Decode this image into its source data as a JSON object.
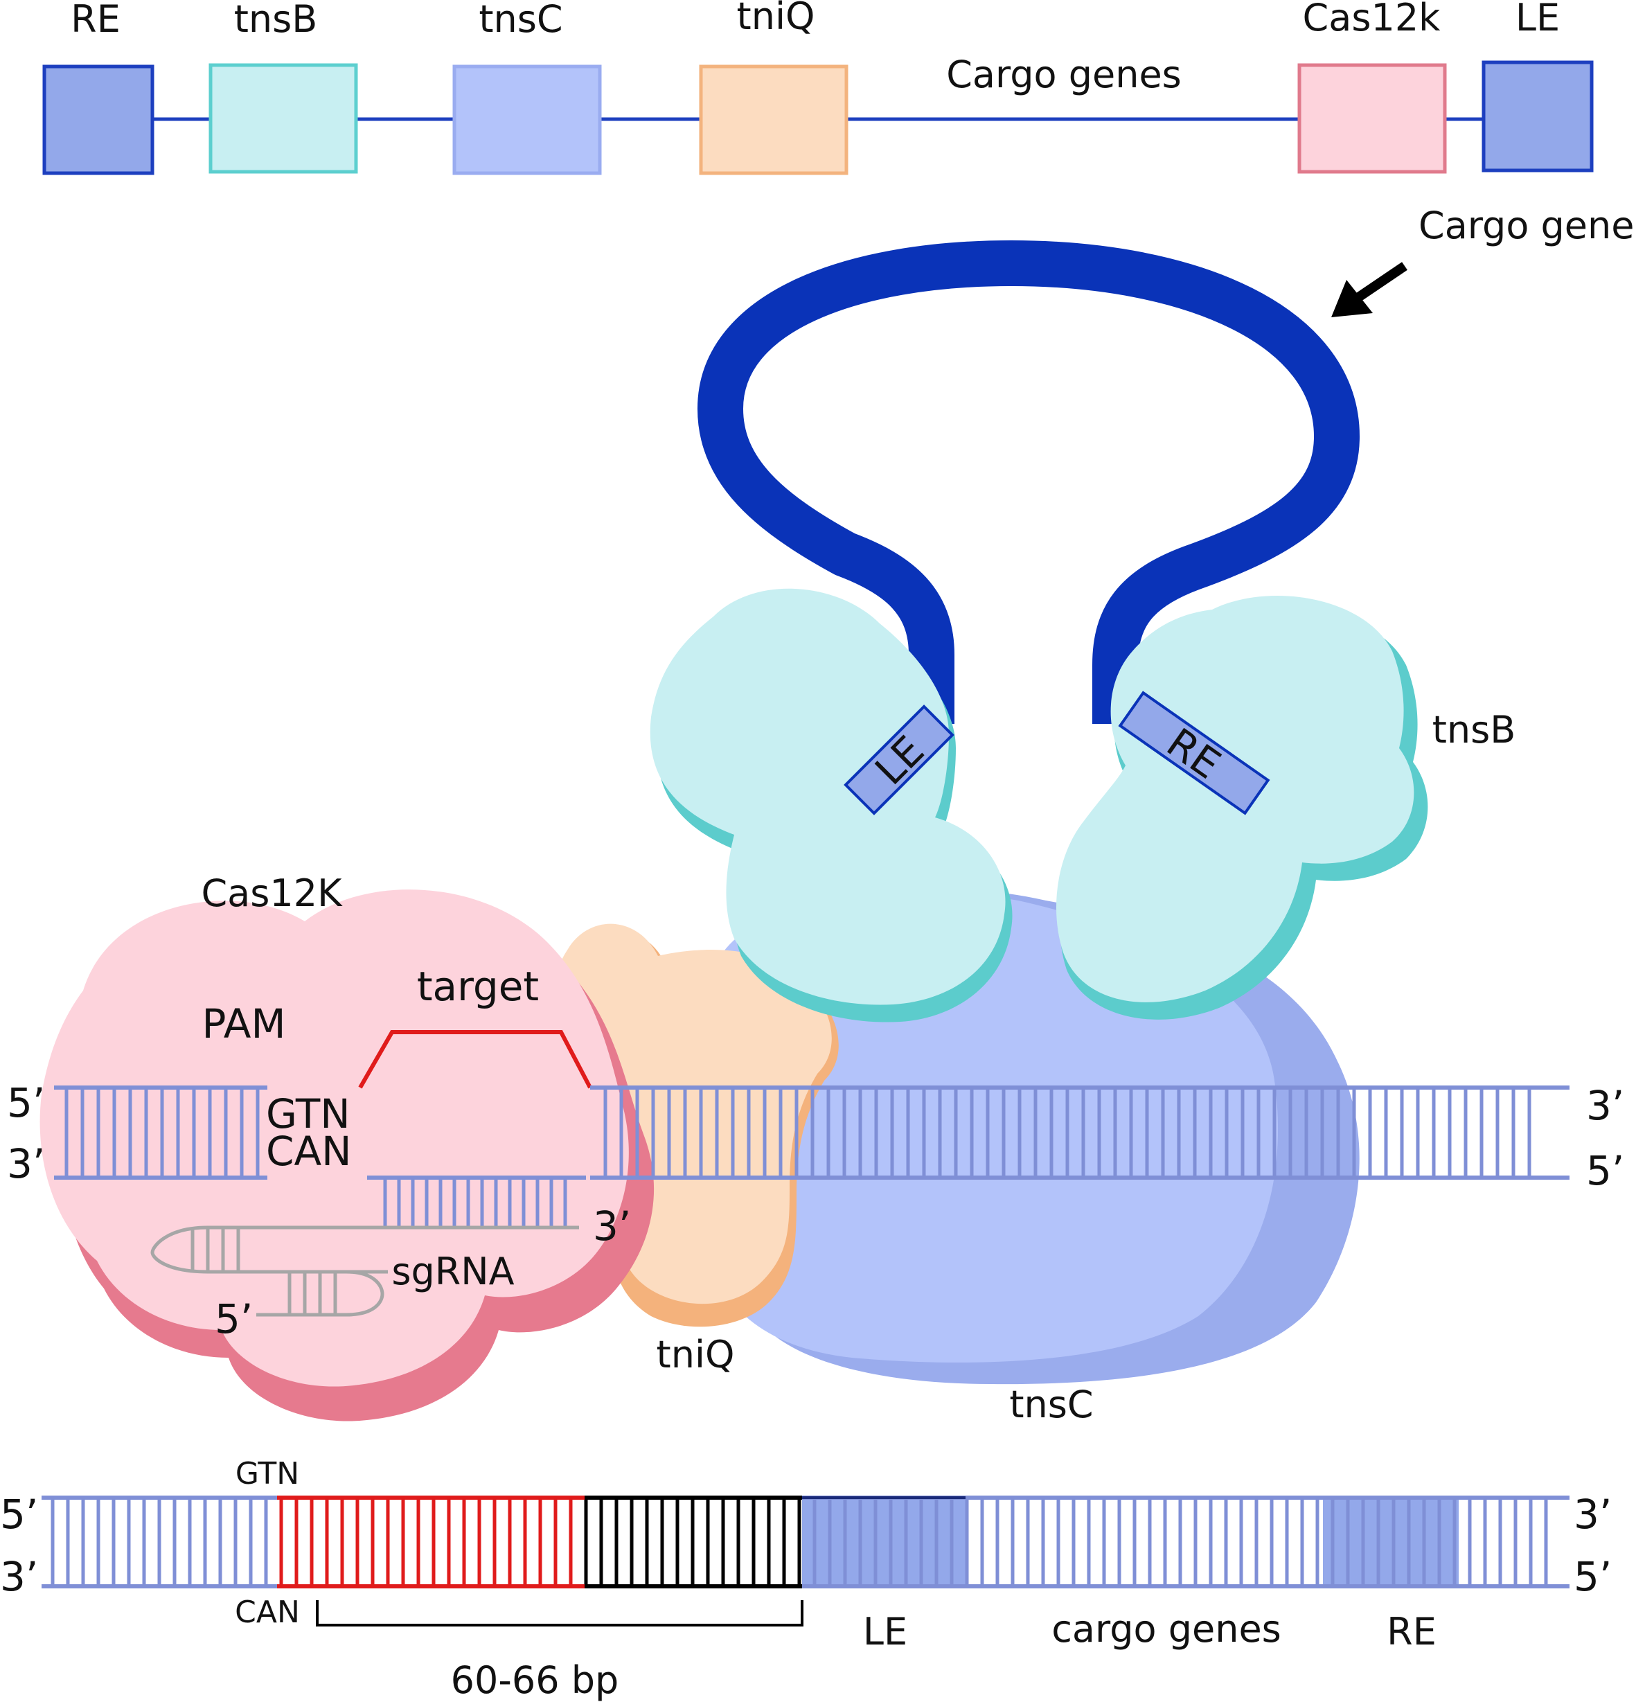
{
  "gene_map": {
    "boxes": [
      {
        "label": "RE",
        "fill": "#93a8ea",
        "stroke": "#1d3fbf"
      },
      {
        "label": "tnsB",
        "fill": "#c8eff2",
        "stroke": "#5ccfcf"
      },
      {
        "label": "tnsC",
        "fill": "#b3c3fa",
        "stroke": "#9aacf0"
      },
      {
        "label": "tniQ",
        "fill": "#fcdcc0",
        "stroke": "#f3b37e"
      },
      {
        "label": "Cas12k",
        "fill": "#fdd3dc",
        "stroke": "#e07a8c"
      },
      {
        "label": "LE",
        "fill": "#93a8ea",
        "stroke": "#1d3fbf"
      }
    ],
    "cargo_label": "Cargo genes"
  },
  "complex": {
    "cargo_label": "Cargo genes",
    "le_tag": "LE",
    "re_tag": "RE",
    "tnsB_label": "tnsB",
    "cas12k_label": "Cas12K",
    "pam_label": "PAM",
    "target_label": "target",
    "gtn": "GTN",
    "can": "CAN",
    "sgrna_label": "sgRNA",
    "tniq_label": "tniQ",
    "tnsc_label": "tnsC",
    "end_5": "5’",
    "end_3": "3’",
    "sgrna_3": "3’",
    "sgrna_5": "5’"
  },
  "insertion": {
    "gtn": "GTN",
    "can": "CAN",
    "distance_label": "60-66 bp",
    "le_label": "LE",
    "cargo_label": "cargo genes",
    "re_label": "RE",
    "left_top": "5’",
    "left_bottom": "3’",
    "right_top": "3’",
    "right_bottom": "5’"
  },
  "colors": {
    "dna": "#7f8fd6",
    "transposon": "#0a33b8",
    "target_red": "#e01b1b",
    "spacer_black": "#000000",
    "sgrna_gray": "#a6a6a6",
    "cas12k_pink": "#fdd3dc",
    "cas12k_shadow": "#e67a8e",
    "tnsb_cyan": "#c8eff2",
    "tnsb_shadow": "#5ccccc",
    "tnsc_blue": "#b3c3fa",
    "tnsc_shadow": "#9aaced",
    "tniq_peach": "#fcdcc0",
    "tniq_shadow": "#f4b27c"
  }
}
